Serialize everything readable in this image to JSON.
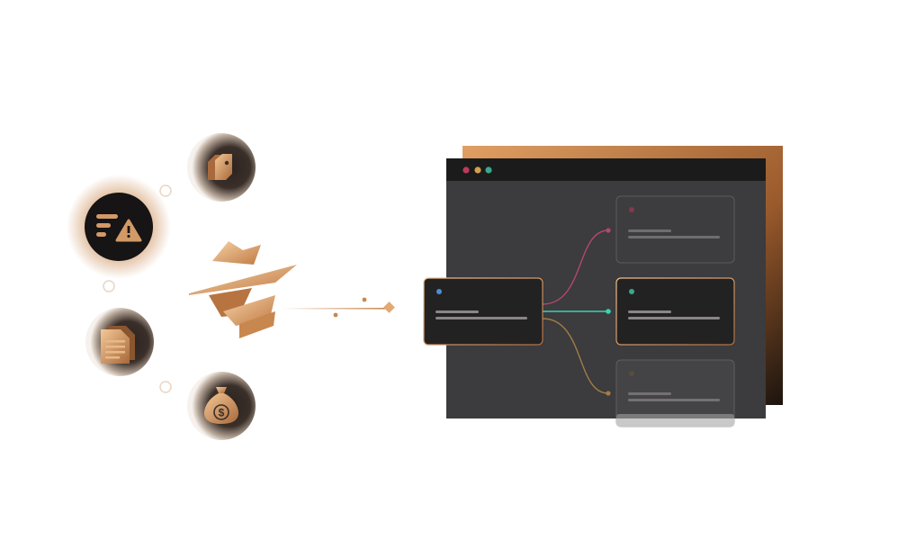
{
  "icons": [
    {
      "name": "price-tags-icon"
    },
    {
      "name": "alert-list-icon",
      "highlighted": true
    },
    {
      "name": "document-icon"
    },
    {
      "name": "money-bag-icon",
      "symbol": "$"
    }
  ],
  "center": {
    "name": "spy-hat-icon"
  },
  "window": {
    "dots": [
      "#c0395a",
      "#d4a04a",
      "#3aa88a"
    ],
    "source_node": {
      "dot_color": "#4a8fd1"
    },
    "target_nodes": [
      {
        "name": "top-node",
        "dot_color": "#c0395a",
        "link_color": "#b04a6a",
        "dim": true
      },
      {
        "name": "middle-node",
        "dot_color": "#3aa88a",
        "link_color": "#33d6b0",
        "dim": false
      },
      {
        "name": "bottom-node",
        "dot_color": "#6a5a3a",
        "link_color": "#a07c48",
        "dim": true
      }
    ]
  },
  "colors": {
    "accent": "#c8874e",
    "accent_light": "#f2c48f",
    "window_bg": "#3c3b3d",
    "titlebar_bg": "#1c1b1c",
    "node_bg": "#232223"
  }
}
